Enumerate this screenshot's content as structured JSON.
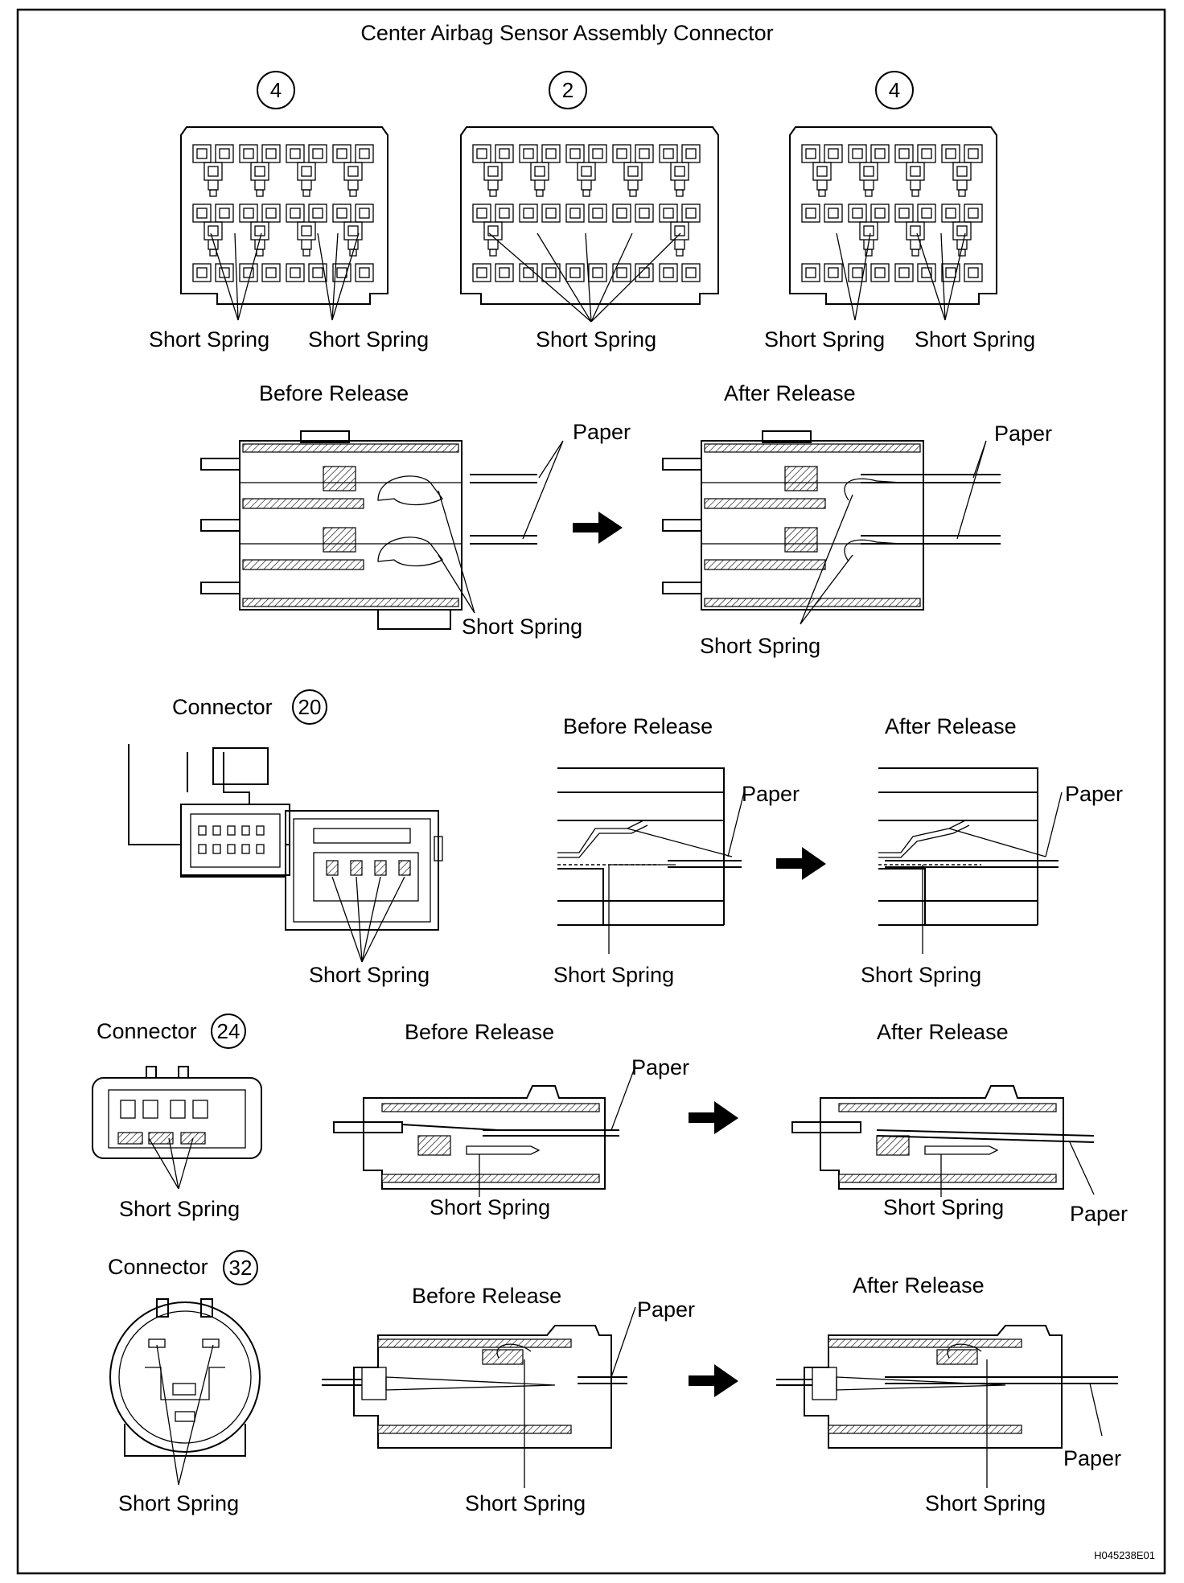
{
  "title": "Center Airbag Sensor Assembly Connector",
  "top_connectors": [
    {
      "number": "4",
      "labels": [
        "Short Spring",
        "Short Spring"
      ]
    },
    {
      "number": "2",
      "labels": [
        "Short Spring"
      ]
    },
    {
      "number": "4",
      "labels": [
        "Short Spring",
        "Short Spring"
      ]
    }
  ],
  "release_row": {
    "before": "Before Release",
    "after": "After Release",
    "paper": "Paper",
    "short_spring": "Short Spring"
  },
  "connector_20": {
    "label": "Connector",
    "number": "20",
    "short_spring": "Short Spring",
    "before": "Before Release",
    "after": "After Release",
    "paper": "Paper"
  },
  "connector_24": {
    "label": "Connector",
    "number": "24",
    "short_spring": "Short Spring",
    "before": "Before Release",
    "after": "After Release",
    "paper": "Paper"
  },
  "connector_32": {
    "label": "Connector",
    "number": "32",
    "short_spring": "Short Spring",
    "before": "Before Release",
    "after": "After Release",
    "paper": "Paper"
  },
  "figure_id": "H045238E01"
}
